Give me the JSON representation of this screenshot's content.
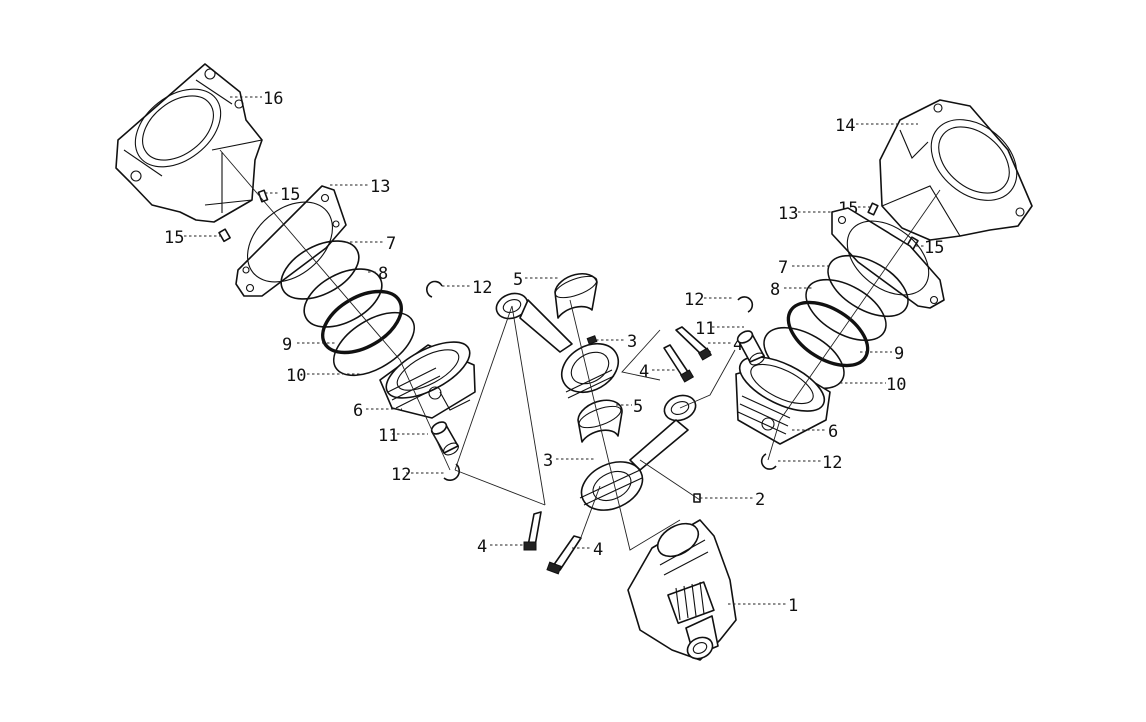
{
  "callouts": {
    "crankshaft": "1",
    "key": "2",
    "rod_cap_upper": "3",
    "rod_cap_lower": "3",
    "bolt_a": "4",
    "bolt_b": "4",
    "bolt_c": "4",
    "bolt_d": "4",
    "bearing_upper": "5",
    "bearing_lower": "5",
    "piston_left": "6",
    "piston_right": "6",
    "ring_top_left": "7",
    "ring_top_right": "7",
    "ring_second_left": "8",
    "ring_second_right": "8",
    "ring_oil_left": "9",
    "ring_oil_right": "9",
    "ring_expander_left": "10",
    "ring_expander_right": "10",
    "pin_left": "11",
    "pin_right": "11",
    "circlip_left_top": "12",
    "circlip_left_bottom": "12",
    "circlip_right_top": "12",
    "circlip_right_bottom": "12",
    "gasket_left": "13",
    "gasket_right": "13",
    "cylinder_right": "14",
    "dowel_left_a": "15",
    "dowel_left_b": "15",
    "dowel_right_a": "15",
    "dowel_right_b": "15",
    "cylinder_left": "16"
  },
  "colors": {
    "line": "#111111",
    "background": "#ffffff"
  }
}
